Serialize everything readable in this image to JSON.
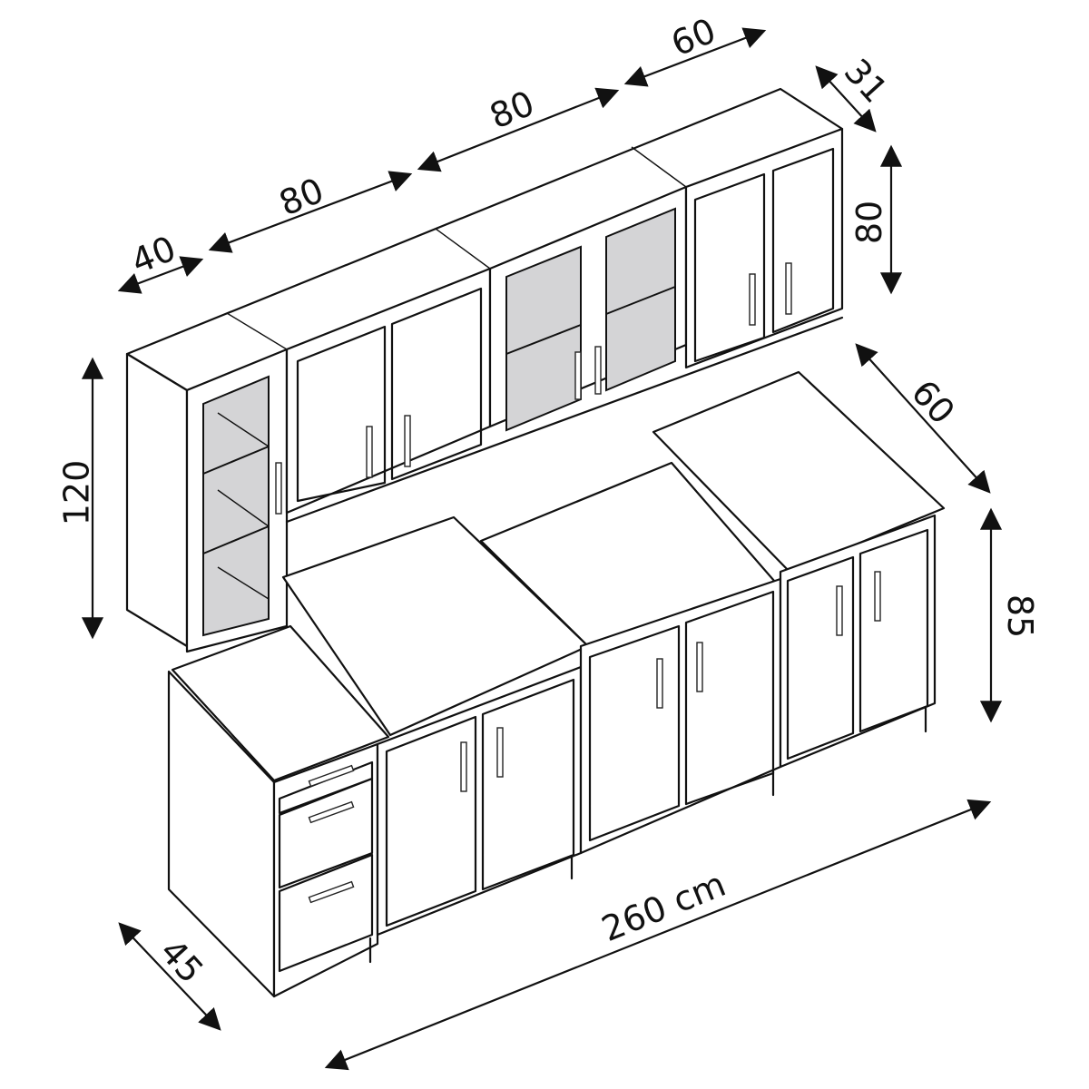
{
  "diagram": {
    "type": "kitchen-cabinet-dimension-drawing",
    "units": "cm",
    "colors": {
      "line": "#111111",
      "glass": "#d4d4d6",
      "background": "#ffffff"
    },
    "dimensions": {
      "upper_tall_unit_depth": "40",
      "upper_unit_1_width": "80",
      "upper_unit_2_width": "80",
      "upper_unit_3_width": "60",
      "upper_cabinet_depth": "31",
      "upper_cabinet_height": "80",
      "tall_glass_unit_height": "120",
      "right_worktop_depth": "60",
      "base_height": "85",
      "base_depth": "45",
      "total_width": "260 cm"
    },
    "components": [
      {
        "name": "Tall glass-door wall unit",
        "doors": 1,
        "shelves": 2
      },
      {
        "name": "Upper cabinet 80 solid",
        "doors": 2
      },
      {
        "name": "Upper cabinet 80 glass",
        "doors": 2,
        "shelves": 1
      },
      {
        "name": "Upper cabinet 60 solid",
        "doors": 2
      },
      {
        "name": "Drawer base unit",
        "drawers": 3
      },
      {
        "name": "Base unit 2-door",
        "doors": 2
      },
      {
        "name": "Sink/base unit 2-door",
        "doors": 2
      },
      {
        "name": "Base unit 60 2-door",
        "doors": 2
      }
    ]
  }
}
